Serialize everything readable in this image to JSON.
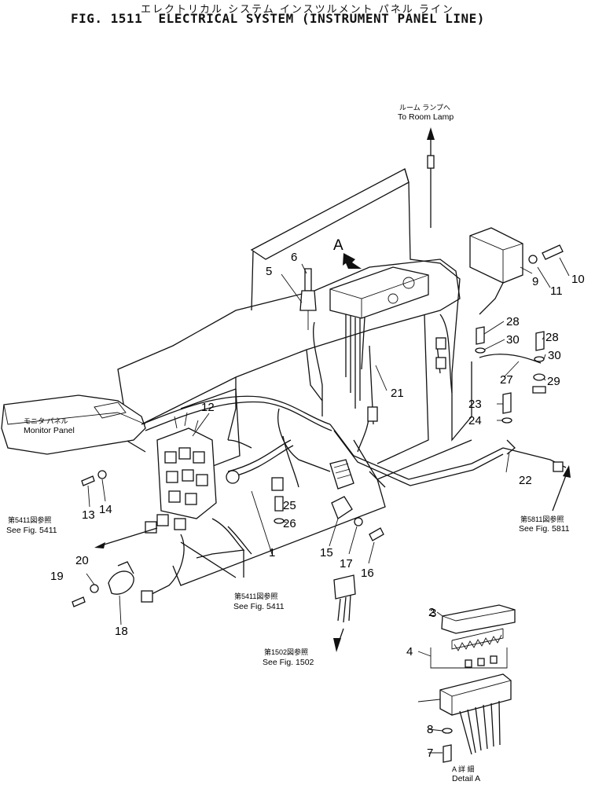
{
  "title": {
    "japanese": "エレクトリカル システム インスツルメント パネル ライン",
    "english": "FIG. 1511  ELECTRICAL SYSTEM (INSTRUMENT PANEL LINE)"
  },
  "labels": {
    "room_lamp_jp": "ルーム ランプへ",
    "room_lamp_en": "To Room Lamp",
    "arrow_a": "A",
    "monitor_jp": "モニタ パネル",
    "monitor_en": "Monitor Panel",
    "see5411_left_jp": "第5411図参照",
    "see5411_left_en": "See Fig. 5411",
    "see5411_mid_jp": "第5411図参照",
    "see5411_mid_en": "See Fig. 5411",
    "see5811_jp": "第5811図参照",
    "see5811_en": "See Fig. 5811",
    "see1502_jp": "第1502図参照",
    "see1502_en": "See Fig. 1502",
    "detail_jp": "A 詳 細",
    "detail_en": "Detail A"
  },
  "callouts": {
    "n1": "1",
    "n2": "2",
    "n3": "3",
    "n4": "4",
    "n5": "5",
    "n6": "6",
    "n7": "7",
    "n8": "8",
    "n9": "9",
    "n10": "10",
    "n11": "11",
    "n12": "12",
    "n13": "13",
    "n14": "14",
    "n15": "15",
    "n16": "16",
    "n17": "17",
    "n18": "18",
    "n19": "19",
    "n20": "20",
    "n21": "21",
    "n22": "22",
    "n23": "23",
    "n24": "24",
    "n25": "25",
    "n26": "26",
    "n27": "27",
    "n28a": "28",
    "n28b": "28",
    "n29": "29",
    "n30a": "30",
    "n30b": "30"
  }
}
